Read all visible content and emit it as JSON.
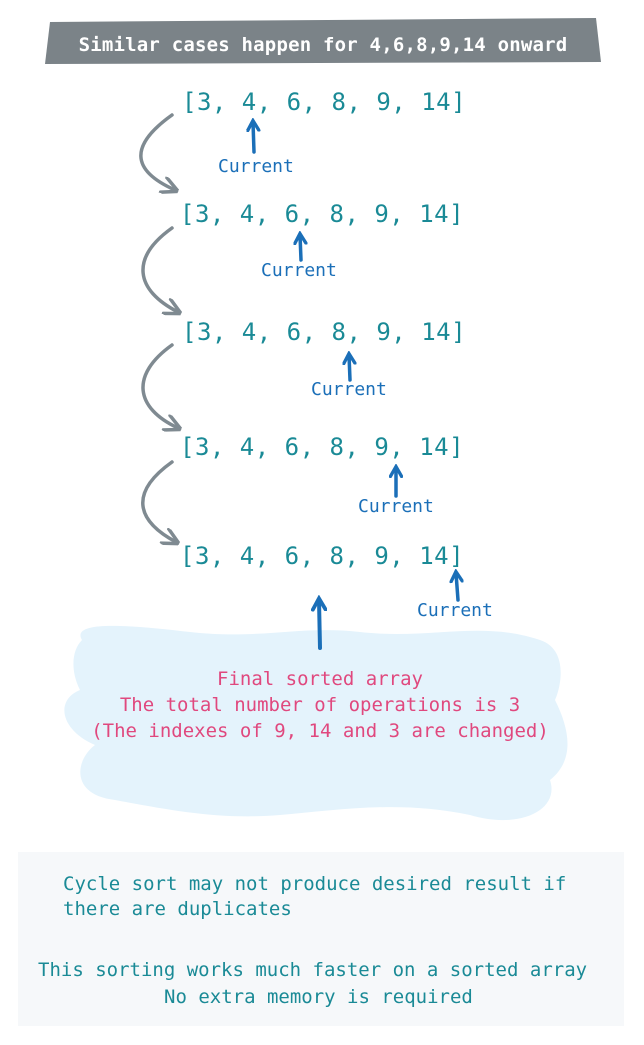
{
  "banner": {
    "text": "Similar cases happen for 4,6,8,9,14 onward"
  },
  "steps": [
    {
      "array_text": "[3, 4, 6, 8, 9, 14]",
      "pointer_label": "Current",
      "pointed_value": "4"
    },
    {
      "array_text": "[3, 4, 6, 8, 9, 14]",
      "pointer_label": "Current",
      "pointed_value": "6"
    },
    {
      "array_text": "[3, 4, 6, 8, 9, 14]",
      "pointer_label": "Current",
      "pointed_value": "8"
    },
    {
      "array_text": "[3, 4, 6, 8, 9, 14]",
      "pointer_label": "Current",
      "pointed_value": "9"
    },
    {
      "array_text": "[3, 4, 6, 8, 9, 14]",
      "pointer_label": "Current",
      "pointed_value": "14"
    }
  ],
  "cloud": {
    "line1": "Final sorted array",
    "line2": "The total number of operations is 3",
    "line3": "(The indexes of 9, 14 and 3 are changed)"
  },
  "notes": {
    "line1": "Cycle sort may not produce desired result if",
    "line2": "there are duplicates",
    "line3": "This sorting works much faster on a sorted array",
    "line4": "No extra memory is required"
  },
  "colors": {
    "banner": "#7b8388",
    "array_text": "#1a8a96",
    "pointer_arrow": "#1b6fb8",
    "step_arrow": "#7f8a91",
    "cloud_fill": "#e4f3fc",
    "cloud_text": "#e0487e",
    "notes_bg": "#f6f8fa"
  }
}
